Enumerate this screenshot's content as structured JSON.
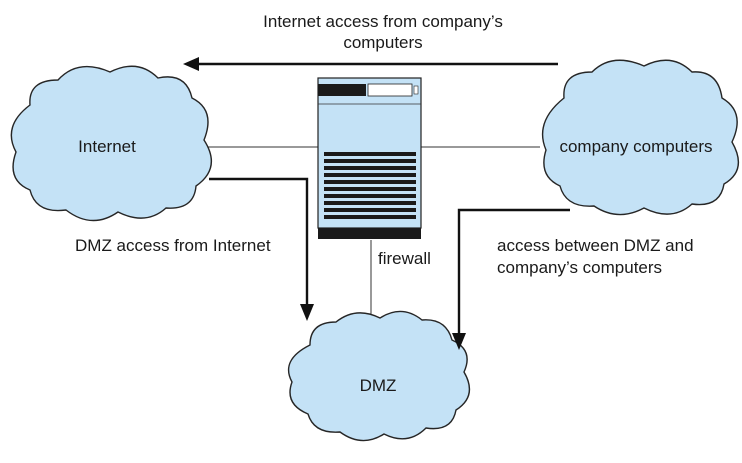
{
  "nodes": {
    "internet": "Internet",
    "company": "company computers",
    "dmz": "DMZ",
    "firewall": "firewall"
  },
  "labels": {
    "top_line1": "Internet access from company’s",
    "top_line2": "computers",
    "dmz_access": "DMZ access from Internet",
    "between_line1": "access between DMZ and",
    "between_line2": "company’s computers"
  },
  "colors": {
    "cloud_fill": "#c4e2f6",
    "firewall_fill": "#c4e2f6",
    "firewall_detail": "#1a1a1a"
  },
  "icons": {
    "firewall": "server-tower-icon",
    "clouds": "cloud-icon"
  }
}
